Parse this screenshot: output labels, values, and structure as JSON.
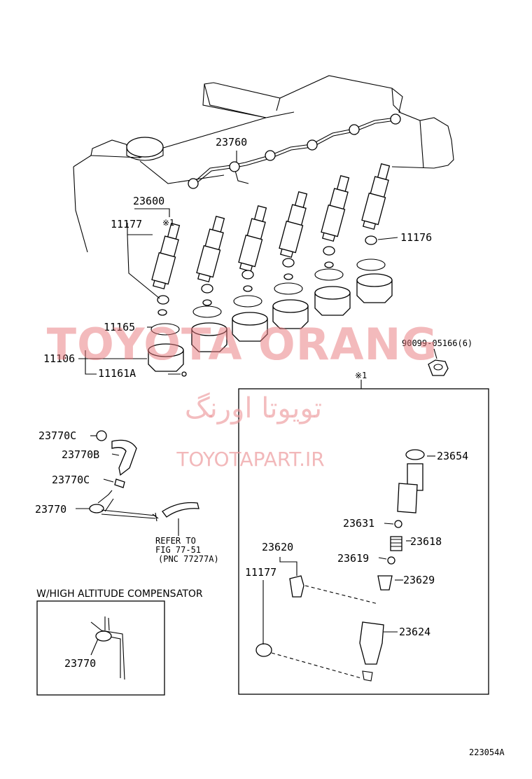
{
  "diagram": {
    "figure_code": "223054A",
    "inset_title": "W/HIGH ALTITUDE COMPENSATOR",
    "detail_mark": "※1",
    "refer_note": [
      "REFER TO",
      "FIG 77-51",
      "(PNC 77277A)"
    ],
    "labels": {
      "p23760": "23760",
      "p23600": "23600",
      "p11177": "11177",
      "p11177_mark": "※1",
      "p11176": "11176",
      "p11165": "11165",
      "p11106": "11106",
      "p11161A": "11161A",
      "p90099": "90099-05166(6)",
      "p23770C_top": "23770C",
      "p23770B": "23770B",
      "p23770C_bottom": "23770C",
      "p23770": "23770",
      "p23654": "23654",
      "p23631": "23631",
      "p23618": "23618",
      "p23620": "23620",
      "p23619": "23619",
      "p11177_detail": "11177",
      "p23629": "23629",
      "p23624": "23624",
      "p23770_inset": "23770"
    }
  },
  "watermark": {
    "brand": "TOYOTA ORANG",
    "persian": "تویوتا اورنگ",
    "url": "TOYOTAPART.IR"
  }
}
